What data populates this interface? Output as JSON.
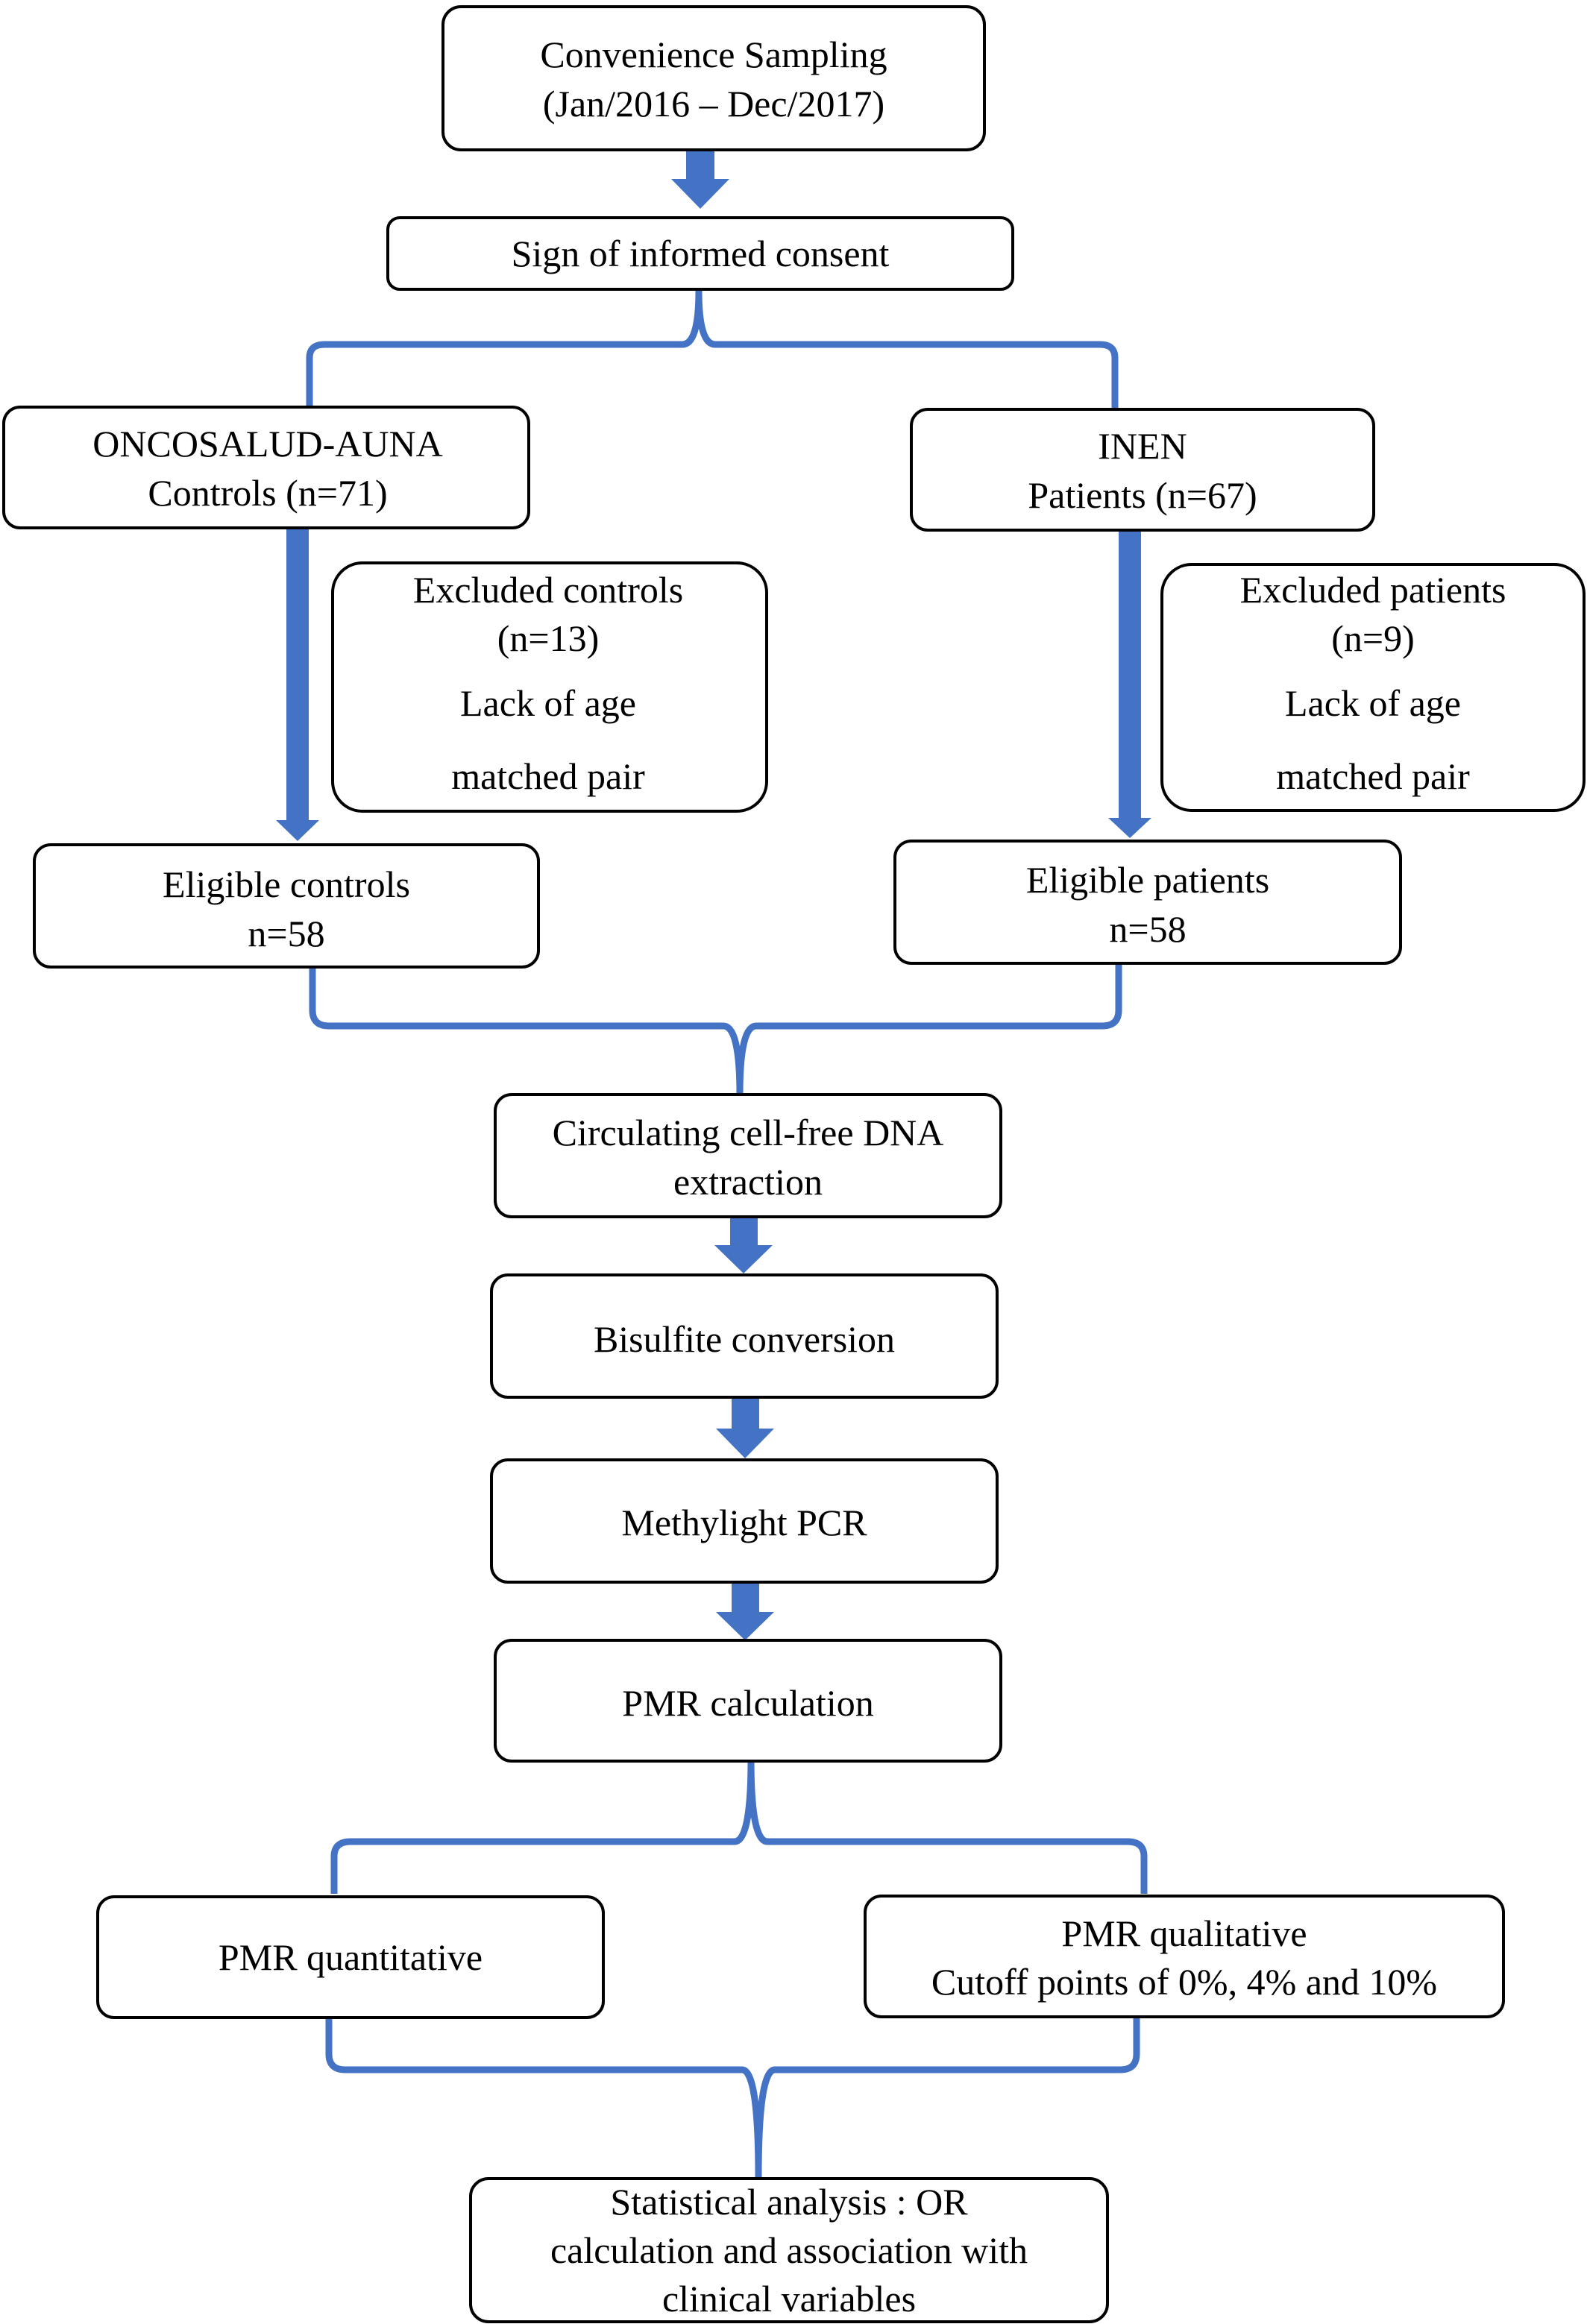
{
  "colors": {
    "connector": "#4472C4",
    "box_border": "#000000",
    "background": "#ffffff"
  },
  "boxes": {
    "sampling": {
      "lines": [
        "Convenience Sampling",
        "(Jan/2016 – Dec/2017)"
      ]
    },
    "consent": {
      "lines": [
        "Sign of informed consent"
      ]
    },
    "controls": {
      "lines": [
        "ONCOSALUD-AUNA",
        "Controls (n=71)"
      ]
    },
    "patients": {
      "lines": [
        "INEN",
        "Patients (n=67)"
      ]
    },
    "excluded_controls": {
      "lines": [
        "Excluded controls",
        "(n=13)",
        "Lack of age",
        "matched pair"
      ]
    },
    "excluded_patients": {
      "lines": [
        "Excluded patients",
        "(n=9)",
        "Lack of age",
        "matched pair"
      ]
    },
    "eligible_controls": {
      "lines": [
        "Eligible controls",
        "n=58"
      ]
    },
    "eligible_patients": {
      "lines": [
        "Eligible patients",
        "n=58"
      ]
    },
    "extraction": {
      "lines": [
        "Circulating cell-free DNA",
        "extraction"
      ]
    },
    "bisulfite": {
      "lines": [
        "Bisulfite conversion"
      ]
    },
    "methylight": {
      "lines": [
        "Methylight  PCR"
      ]
    },
    "pmr_calc": {
      "lines": [
        "PMR calculation"
      ]
    },
    "pmr_quant": {
      "lines": [
        "PMR quantitative"
      ]
    },
    "pmr_qual": {
      "lines": [
        "PMR qualitative",
        "Cutoff points of 0%, 4% and 10%"
      ]
    },
    "stats": {
      "lines": [
        "Statistical analysis  : OR",
        "calculation and association with",
        "clinical variables"
      ]
    }
  }
}
